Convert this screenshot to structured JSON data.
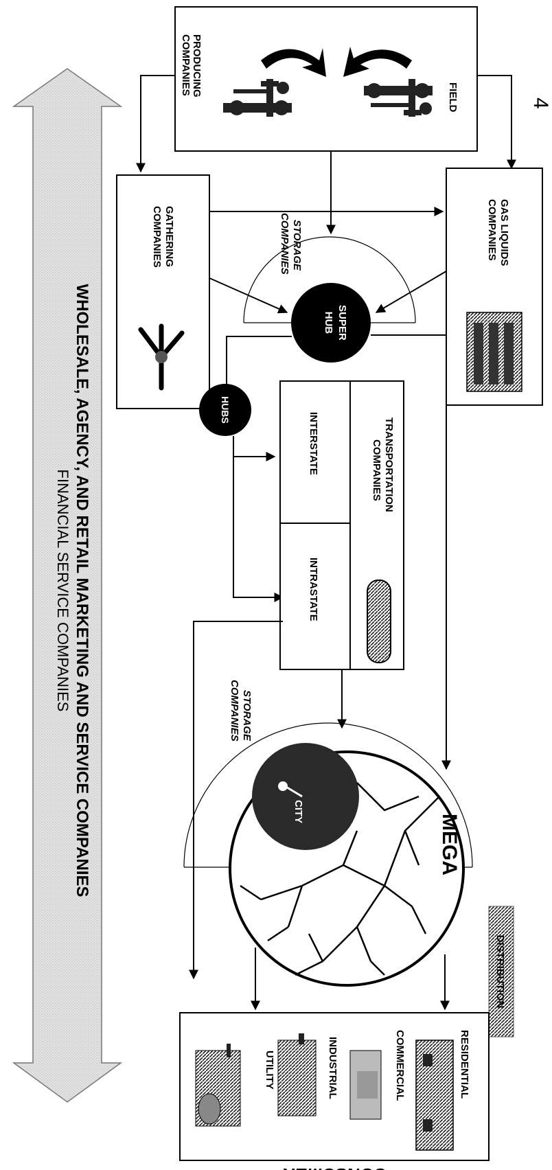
{
  "diagram": {
    "wholesale_line1": "WHOLESALE, AGENCY, AND RETAIL MARKETING AND SERVICE COMPANIES",
    "wholesale_line2": "FINANCIAL SERVICE  COMPANIES",
    "field": "FIELD",
    "producing_1": "PRODUCING",
    "producing_2": "COMPANIES",
    "gathering_1": "GATHERING",
    "gathering_2": "COMPANIES",
    "gas_liquids_1": "GAS LIQUIDS",
    "gas_liquids_2": "COMPANIES",
    "storage_top_1": "STORAGE",
    "storage_top_2": "COMPANIES",
    "super_hub_1": "SUPER",
    "super_hub_2": "HUB",
    "hubs": "HUBS",
    "transport_1": "TRANSPORTATION",
    "transport_2": "COMPANIES",
    "interstate": "INTERSTATE",
    "intrastate": "INTRASTATE",
    "storage_bottom_1": "STORAGE",
    "storage_bottom_2": "COMPANIES",
    "mega": "MEGA",
    "city": "CITY",
    "distribution": "DISTRIBUTION",
    "residential": "RESIDENTIAL",
    "commercial": "COMMERCIAL",
    "industrial": "INDUSTRIAL",
    "utility": "UTILITY",
    "consumer": "CONSUMER",
    "page_mark": "4"
  }
}
